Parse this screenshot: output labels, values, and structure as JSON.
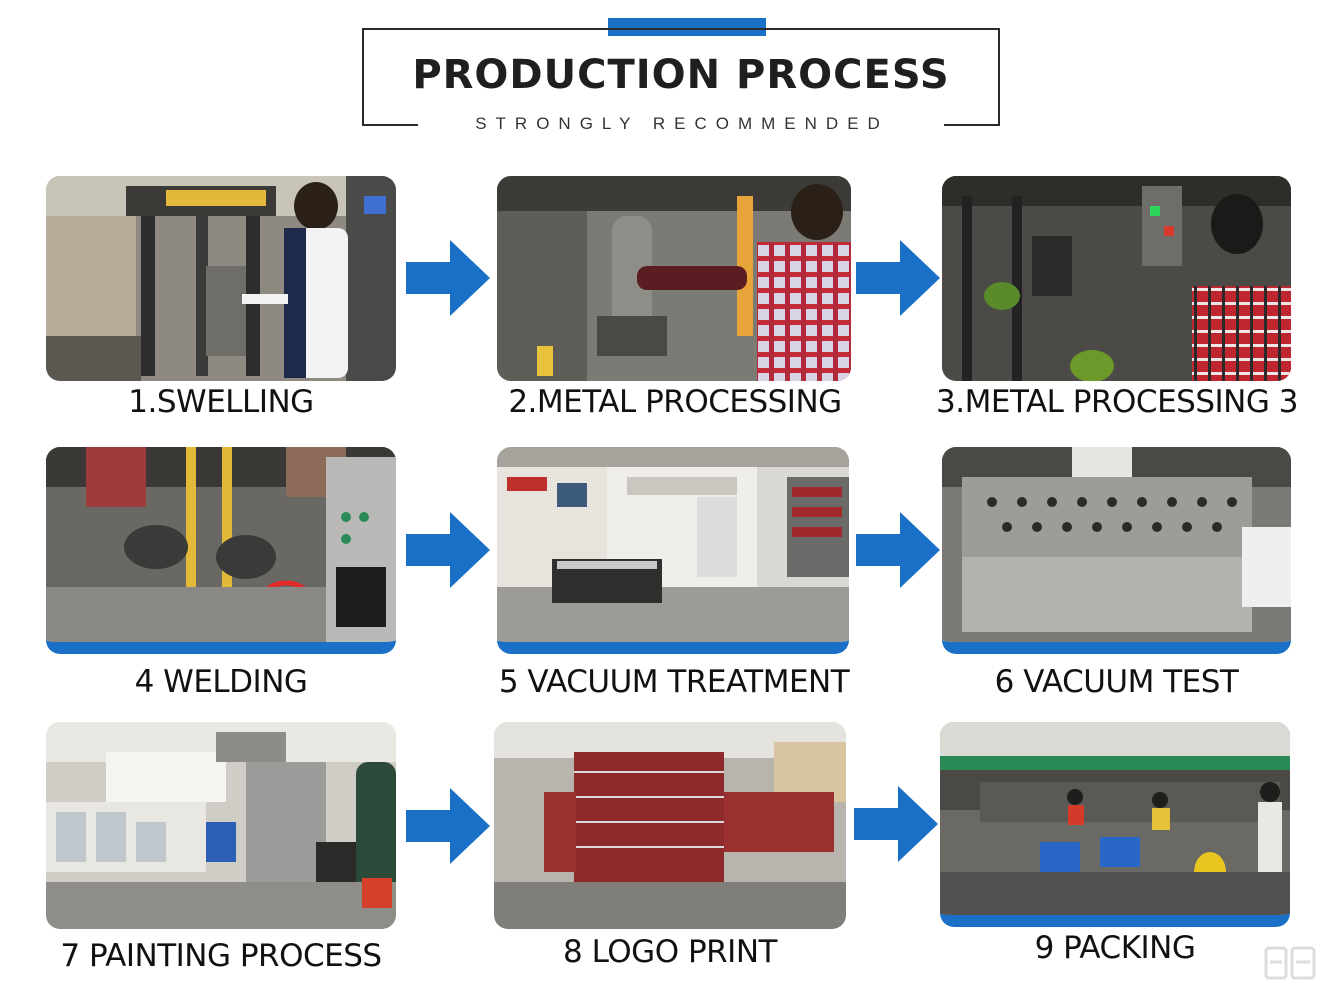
{
  "header": {
    "title": "PRODUCTION PROCESS",
    "subtitle": "STRONGLY RECOMMENDED"
  },
  "colors": {
    "accent": "#1a6fc6",
    "text": "#111111",
    "frame": "#2a2a2a"
  },
  "steps": [
    {
      "label": "1.SWELLING"
    },
    {
      "label": "2.METAL PROCESSING"
    },
    {
      "label": "3.METAL PROCESSING 3"
    },
    {
      "label": "4 WELDING"
    },
    {
      "label": "5 VACUUM TREATMENT"
    },
    {
      "label": "6 VACUUM TEST"
    },
    {
      "label": "7 PAINTING PROCESS"
    },
    {
      "label": "8 LOGO PRINT"
    },
    {
      "label": "9 PACKING"
    }
  ],
  "icons": {
    "arrow": "arrow-right-icon"
  }
}
